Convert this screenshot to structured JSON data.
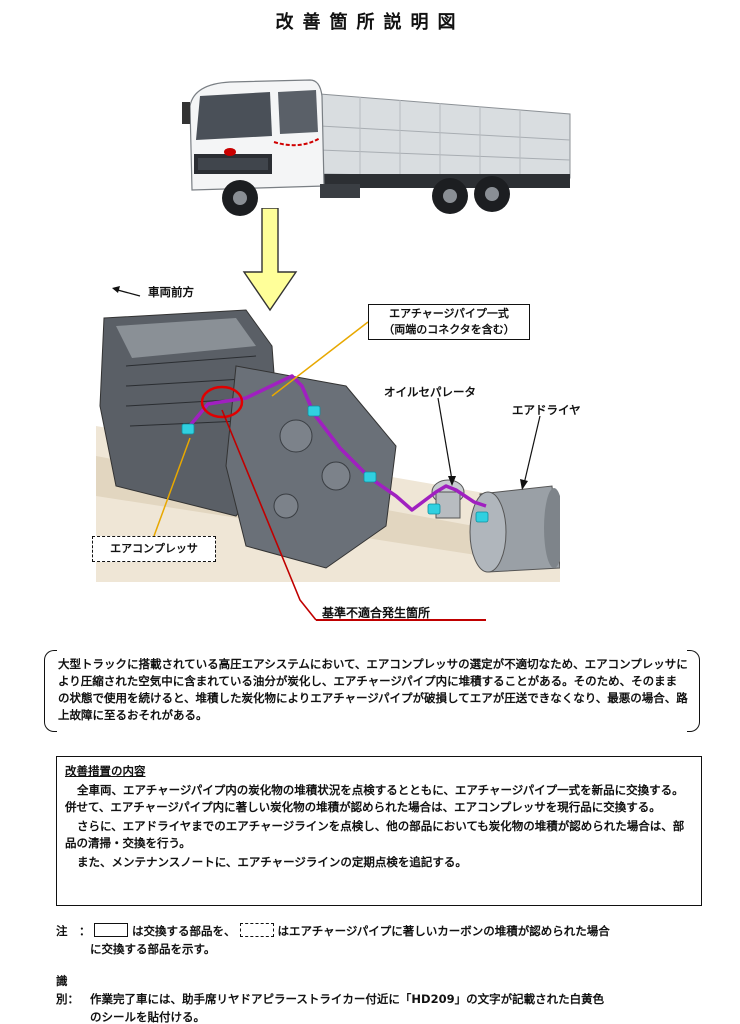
{
  "title": "改善箇所説明図",
  "labels": {
    "vehicle_front": "車両前方",
    "pipe_line1": "エアチャージパイプ一式",
    "pipe_line2": "（両端のコネクタを含む）",
    "oil_separator": "オイルセパレータ",
    "air_dryer": "エアドライヤ",
    "air_compressor": "エアコンプレッサ",
    "nonconformity": "基準不適合発生箇所"
  },
  "description": "大型トラックに搭載されている高圧エアシステムにおいて、エアコンプレッサの選定が不適切なため、エアコンプレッサにより圧縮された空気中に含まれている油分が炭化し、エアチャージパイプ内に堆積することがある。そのため、そのままの状態で使用を続けると、堆積した炭化物によりエアチャージパイプが破損してエアが圧送できなくなり、最悪の場合、路上故障に至るおそれがある。",
  "measures": {
    "heading": "改善措置の内容",
    "paragraphs": [
      "全車両、エアチャージパイプ内の炭化物の堆積状況を点検するとともに、エアチャージパイプ一式を新品に交換する。併せて、エアチャージパイプ内に著しい炭化物の堆積が認められた場合は、エアコンプレッサを現行品に交換する。",
      "さらに、エアドライヤまでのエアチャージラインを点検し、他の部品においても炭化物の堆積が認められた場合は、部品の清掃・交換を行う。",
      "また、メンテナンスノートに、エアチャージラインの定期点検を追記する。"
    ]
  },
  "note": {
    "head": "注　：",
    "part1": "は交換する部品を、",
    "part2": "はエアチャージパイプに著しいカーボンの堆積が認められた場合",
    "cont": "に交換する部品を示す。"
  },
  "identification": {
    "head": "識別：",
    "line1": "作業完了車には、助手席リヤドアピラーストライカー付近に「HD209」の文字が記載された白黄色",
    "line2": "のシールを貼付ける。"
  },
  "colors": {
    "pipe": "#a020c0",
    "connector": "#30d0e0",
    "highlight_circle": "#e00000",
    "arrow_fill": "#ffff99",
    "leader": "#e8a800",
    "issue_line": "#c00000"
  }
}
